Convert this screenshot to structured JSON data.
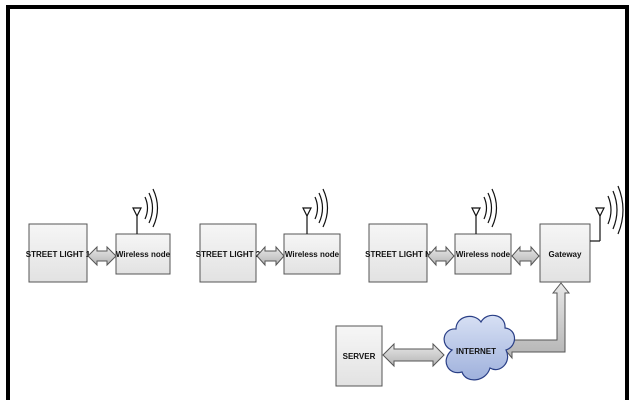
{
  "blocks": {
    "street_light_1": "STREET LIGHT 1",
    "street_light_2": "STREET LIGHT 2",
    "street_light_n": "STREET LIGHT N",
    "wireless_node_1": "Wireless node",
    "wireless_node_2": "Wireless node",
    "wireless_node_n": "Wireless node",
    "gateway": "Gateway",
    "internet": "INTERNET",
    "server": "SERVER"
  },
  "colors": {
    "frame": "#000000",
    "box_fill": "#eeeeee",
    "box_border": "#555555",
    "arrow_fill": "#c8c8c8",
    "arrow_border": "#555555",
    "cloud_fill": "#b9c7e6",
    "cloud_border": "#2a3f86",
    "antenna": "#111111"
  }
}
